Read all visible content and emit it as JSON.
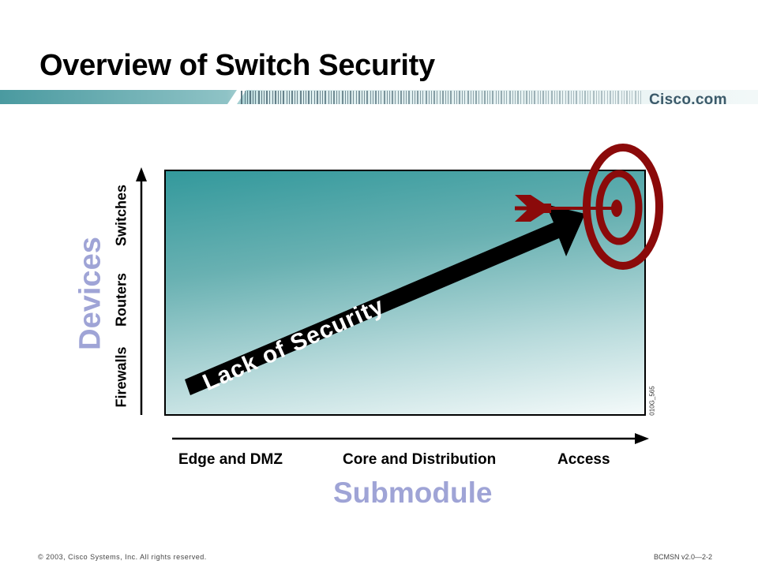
{
  "slide": {
    "title": "Overview of Switch Security",
    "brand": "Cisco.com",
    "footer_left": "© 2003, Cisco Systems, Inc. All rights reserved.",
    "footer_right": "BCMSN v2.0—2-2"
  },
  "diagram": {
    "y_axis_title": "Devices",
    "y_axis_labels": [
      "Firewalls",
      "Routers",
      "Switches"
    ],
    "x_axis_title": "Submodule",
    "x_axis_labels": [
      "Edge and DMZ",
      "Core and Distribution",
      "Access"
    ],
    "arrow_label": "Lack of Security",
    "figure_code": "010G_565",
    "colors": {
      "plot_top": "#33999c",
      "plot_bottom": "#f4fafa",
      "axis_title": "#9fa4d6",
      "target": "#8b0a0a",
      "header_band": "#4a9aa0"
    },
    "icons": [
      "target-icon",
      "dart-icon"
    ]
  }
}
